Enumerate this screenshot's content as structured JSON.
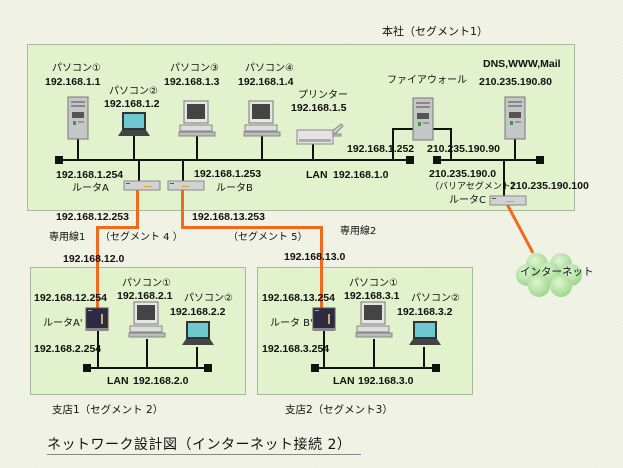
{
  "title": "ネットワーク設計図（インターネット接続 2）",
  "hq": {
    "label": "本社（セグメント1）",
    "pcs": [
      {
        "name": "パソコン①",
        "ip": "192.168.1.1",
        "type": "tower"
      },
      {
        "name": "パソコン②",
        "ip": "192.168.1.2",
        "type": "laptop"
      },
      {
        "name": "パソコン③",
        "ip": "192.168.1.3",
        "type": "desktop"
      },
      {
        "name": "パソコン④",
        "ip": "192.168.1.4",
        "type": "desktop"
      }
    ],
    "printer": {
      "name": "プリンター",
      "ip": "192.168.1.5"
    },
    "lan_label": "LAN",
    "lan_network": "192.168.1.0",
    "firewall": {
      "name": "ファイアウォール",
      "inner_ip": "192.168.1.252",
      "outer_ip": "210.235.190.90"
    },
    "server": {
      "name": "DNS,WWW,Mail",
      "ip": "210.235.190.80"
    },
    "barrier": {
      "network": "210.235.190.0",
      "label": "（バリアセグメント）"
    },
    "router_a": {
      "name": "ルータA",
      "lan_ip": "192.168.1.254",
      "wan_ip": "192.168.12.253"
    },
    "router_b": {
      "name": "ルータB",
      "lan_ip": "192.168.1.253",
      "wan_ip": "192.168.13.253"
    },
    "router_c": {
      "name": "ルータC",
      "ip": "210.235.190.100"
    }
  },
  "lines": {
    "line1": {
      "name": "専用線1",
      "segment": "（セグメント 4 ）",
      "network": "192.168.12.0"
    },
    "line2": {
      "name": "専用線2",
      "segment": "（セグメント 5）",
      "network": "192.168.13.0"
    }
  },
  "internet": {
    "label": "インターネット"
  },
  "branch1": {
    "label": "支店1（セグメント 2）",
    "router": {
      "name": "ルータA'",
      "wan_ip": "192.168.12.254",
      "lan_ip": "192.168.2.254"
    },
    "pcs": [
      {
        "name": "パソコン①",
        "ip": "192.168.2.1",
        "type": "desktop"
      },
      {
        "name": "パソコン②",
        "ip": "192.168.2.2",
        "type": "laptop"
      }
    ],
    "lan_label": "LAN",
    "lan_network": "192.168.2.0"
  },
  "branch2": {
    "label": "支店2（セグメント3）",
    "router": {
      "name": "ルータ B'",
      "wan_ip": "192.168.13.254",
      "lan_ip": "192.168.3.254"
    },
    "pcs": [
      {
        "name": "パソコン①",
        "ip": "192.168.3.1",
        "type": "desktop"
      },
      {
        "name": "パソコン②",
        "ip": "192.168.3.2",
        "type": "laptop"
      }
    ],
    "lan_label": "LAN",
    "lan_network": "192.168.3.0"
  },
  "colors": {
    "wan_line": "#f06a1e",
    "segment_fill": "#e2f2cc",
    "lan_line": "#111111",
    "cloud": "#b8e6a8"
  }
}
